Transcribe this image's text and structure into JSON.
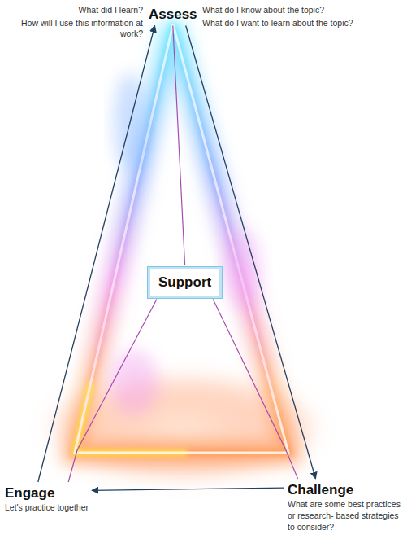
{
  "diagram": {
    "nodes": [
      {
        "text": [
          "Assess"
        ]
      },
      {
        "text": [
          "Support"
        ]
      },
      {
        "text": [
          "Engage",
          "Let's practice together"
        ]
      },
      {
        "text": [
          "Challenge",
          "What are some best practices or research- based strategies to consider?"
        ]
      }
    ],
    "edges": [
      {
        "from": 0,
        "to": 3,
        "arrow": "to"
      },
      {
        "from": 3,
        "to": 2,
        "arrow": "to"
      },
      {
        "from": 2,
        "to": 0,
        "arrow": "to"
      },
      {
        "from": 1,
        "to": 0,
        "arrow": "none"
      },
      {
        "from": 1,
        "to": 2,
        "arrow": "none"
      },
      {
        "from": 1,
        "to": 3,
        "arrow": "none"
      }
    ],
    "labels": [
      "What did I learn?",
      "What do I know about the topic?",
      "How will I use this information at work?",
      "What do I want to learn about the topic?"
    ]
  }
}
